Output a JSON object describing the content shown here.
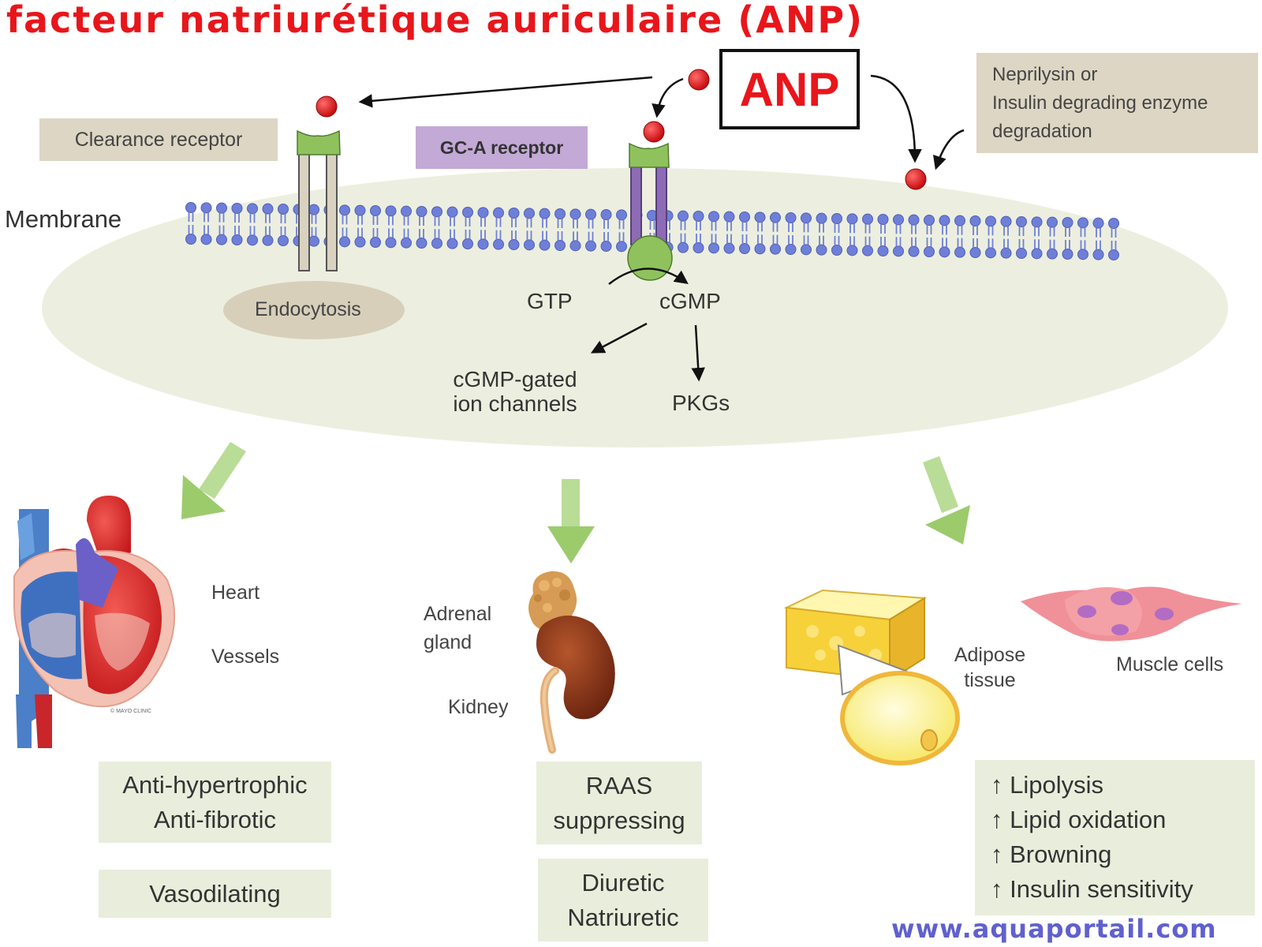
{
  "title": "facteur natriurétique auriculaire (ANP)",
  "anp_label": "ANP",
  "labels": {
    "clearance_receptor": "Clearance receptor",
    "gca_receptor": "GC-A receptor",
    "membrane": "Membrane",
    "endocytosis": "Endocytosis",
    "degradation": [
      "Neprilysin or",
      "Insulin degrading enzyme",
      "degradation"
    ],
    "gtp": "GTP",
    "cgmp": "cGMP",
    "ion_channels": [
      "cGMP-gated",
      "ion channels"
    ],
    "pkgs": "PKGs"
  },
  "organs": {
    "heart": "Heart",
    "vessels": "Vessels",
    "adrenal": [
      "Adrenal",
      "gland"
    ],
    "kidney": "Kidney",
    "adipose": [
      "Adipose",
      "tissue"
    ],
    "muscle": "Muscle cells",
    "copyright": "© MAYO CLINIC"
  },
  "effects": {
    "heart_box": [
      "Anti-hypertrophic",
      "Anti-fibrotic"
    ],
    "vaso_box": "Vasodilating",
    "raas_box": [
      "RAAS",
      "suppressing"
    ],
    "diuretic_box": [
      "Diuretic",
      "Natriuretic"
    ],
    "metabolic_box": [
      "↑ Lipolysis",
      "↑ Lipid oxidation",
      "↑ Browning",
      "↑ Insulin sensitivity"
    ]
  },
  "footer": "www.aquaportail.com",
  "colors": {
    "title_red": "#e8161b",
    "ligand_red": "#e8161b",
    "lipid_blue": "#6f7fd8",
    "receptor_green": "#8fc25d",
    "gca_purple": "#8d6bb5",
    "cell_fill": "#ecefdf",
    "arrow_green": "#9ccb6c",
    "tan_box": "#ddd6c4",
    "green_box": "#e9eedc",
    "purple_box": "#c3a9d6",
    "footer_blue": "#6060cf"
  }
}
